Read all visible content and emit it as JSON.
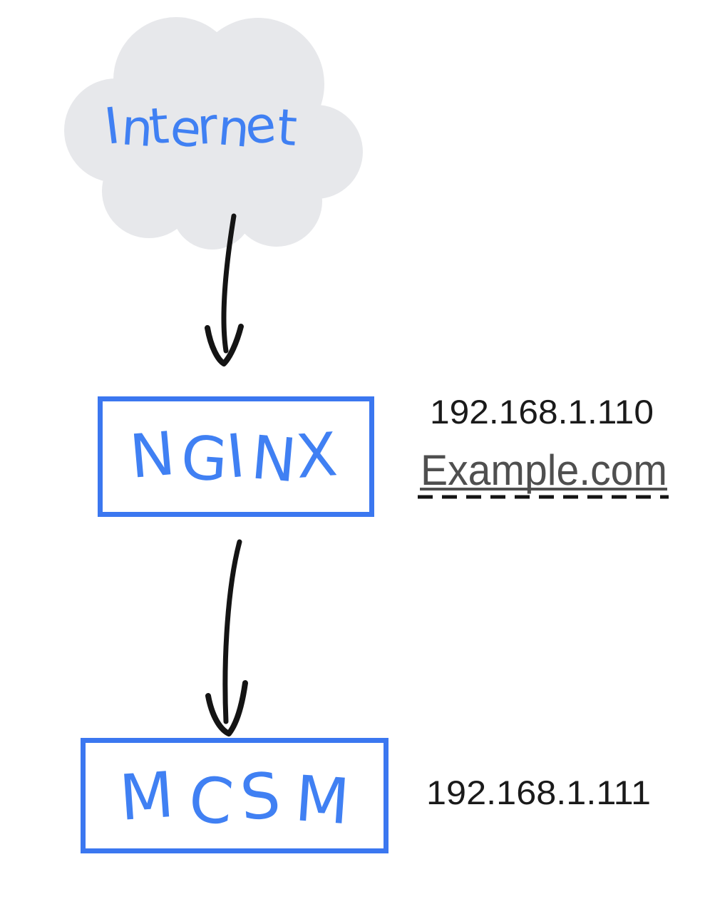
{
  "colors": {
    "accent_blue": "#3b77f0",
    "hand_blue": "#4080f3",
    "cloud_gray": "#e7e8eb",
    "arrow_black": "#141414",
    "ip_text": "#1a1a1a",
    "domain_gray": "#4f4f4f"
  },
  "cloud": {
    "label": "Internet"
  },
  "nginx": {
    "label": "NGINX",
    "ip": "192.168.1.110",
    "domain": "Example.com"
  },
  "mcsm": {
    "label": "MCSM",
    "ip": "192.168.1.111"
  }
}
